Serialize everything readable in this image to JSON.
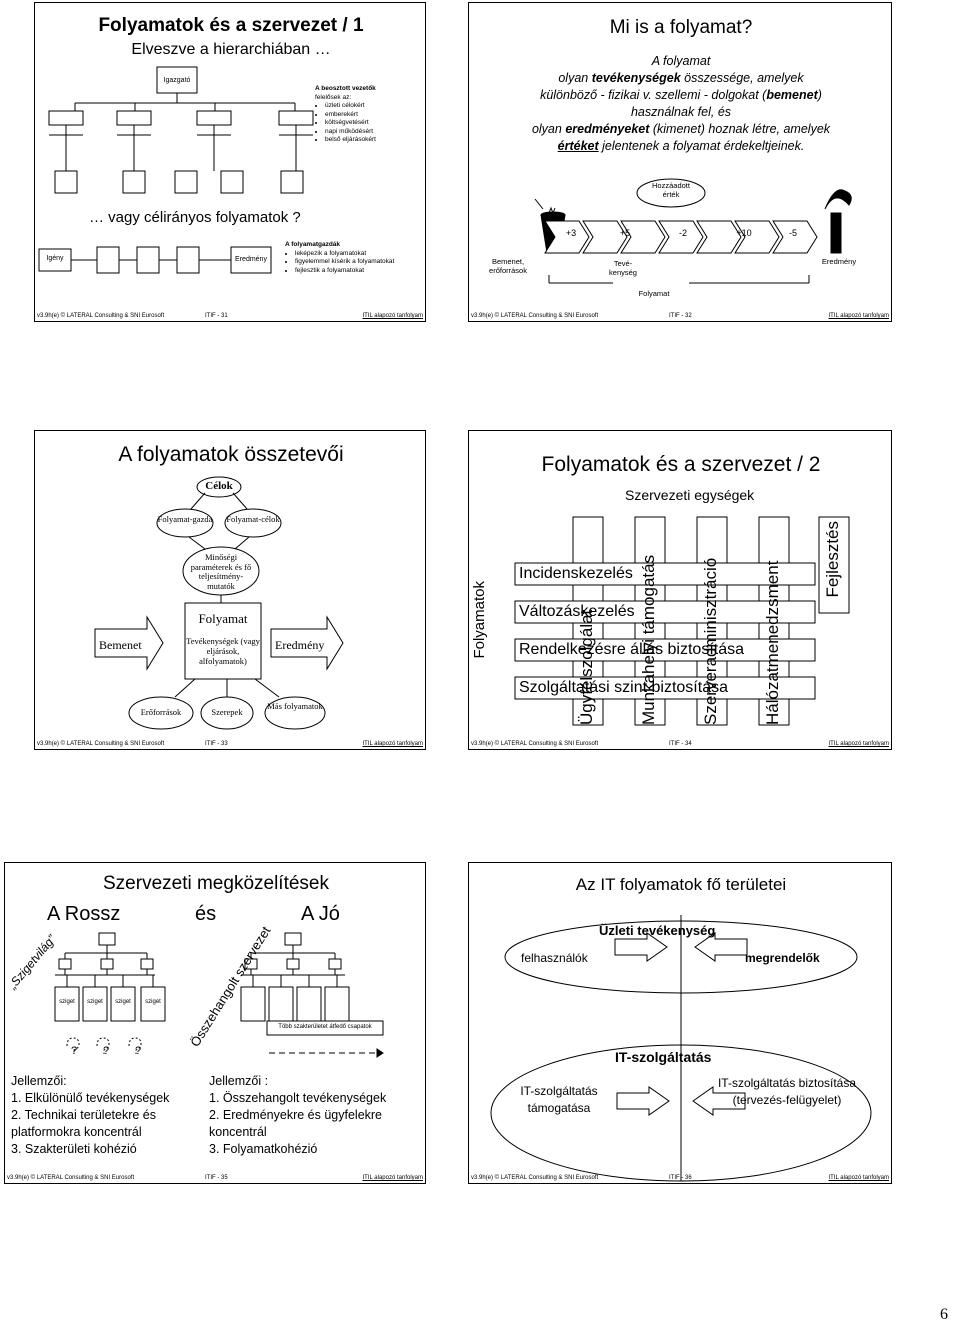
{
  "footer": {
    "left": "v3.9h(e) © LATERAL Consulting & SNI Eurosoft",
    "right": "ITIL alapozó tanfolyam",
    "pages": [
      "ITIF - 31",
      "ITIF - 32",
      "ITIF - 33",
      "ITIF - 34",
      "ITIF - 35",
      "ITIF - 36"
    ]
  },
  "page_number": "6",
  "s31": {
    "title": "Folyamatok és a szervezet / 1",
    "subtitle": "Elveszve a hierarchiában …",
    "boss": "Igazgató",
    "leaders_title": "A beosztott vezetők",
    "leaders_sub": "felelősek az:",
    "leaders_items": [
      "üzleti célokért",
      "emberekért",
      "költségvetésért",
      "napi működésért",
      "belső eljárásokért"
    ],
    "question": "… vagy célirányos folyamatok ?",
    "need": "Igény",
    "result": "Eredmény",
    "owners_title": "A folyamatgazdák",
    "owners_items": [
      "leképezik a folyamatokat",
      "figyelemmel kísérik a folyamatokat",
      "fejlesztik a folyamatokat"
    ]
  },
  "s32": {
    "title": "Mi is a folyamat?",
    "line1": "A folyamat",
    "line2a": "olyan ",
    "line2b": "tevékenységek",
    "line2c": " összessége, amelyek",
    "line3": "különböző - fizikai v. szellemi - dolgokat (",
    "line3b": "bemenet",
    "line3c": ")",
    "line4": "használnak fel, és",
    "line5a": "olyan ",
    "line5b": "eredményeket",
    "line5c": " (kimenet) hoznak létre, amelyek",
    "line6a": "értéket",
    "line6b": " jelentenek a folyamat érdekeltjeinek.",
    "added_value": "Hozzáadott érték",
    "input": "Bemenet, erőforrások",
    "values": [
      "+3",
      "+5",
      "-2",
      "+10",
      "-5"
    ],
    "activity": "Tevé-kenység",
    "process": "Folyamat",
    "result": "Eredmény"
  },
  "s33": {
    "title": "A folyamatok összetevői",
    "goals": "Célok",
    "owner": "Folyamat-gazda",
    "pgoals": "Folyamat-célok",
    "quality": "Minőségi paraméterek és fő teljesítmény-mutatók",
    "process": "Folyamat",
    "activities": "Tevékenységek (vagy eljárások, alfolyamatok)",
    "input": "Bemenet",
    "output": "Eredmény",
    "resources": "Erőforrások",
    "roles": "Szerepek",
    "other": "Más folyamatok"
  },
  "s34": {
    "title": "Folyamatok és a szervezet / 2",
    "units_label": "Szervezeti egységek",
    "processes_label": "Folyamatok",
    "units": [
      "Ügyfélszolgálat",
      "Munkahelyi támogatás",
      "Szerveradminisztráció",
      "Hálózatmenedzsment",
      "Fejlesztés"
    ],
    "processes": [
      "Incidenskezelés",
      "Változáskezelés",
      "Rendelkezésre állás biztosítása",
      "Szolgáltatási szint biztosítása"
    ]
  },
  "s35": {
    "title": "Szervezeti megközelítések",
    "bad": "A Rossz",
    "and": "és",
    "good": "A Jó",
    "island_world": "„Szigetvilág”",
    "island": "sziget",
    "harmonized": "Összehangolt szervezet",
    "team": "Több szakterületet átfedő csapatok",
    "q": "?",
    "left_head": "Jellemzői:",
    "left_items": [
      "1. Elkülönülő tevékenységek",
      "2. Technikai területekre és platformokra koncentrál",
      "3. Szakterületi kohézió"
    ],
    "right_head": "Jellemzői :",
    "right_items": [
      "1. Összehangolt tevékenységek",
      "2. Eredményekre és ügyfelekre koncentrál",
      "3. Folyamatkohézió"
    ]
  },
  "s36": {
    "title": "Az IT folyamatok fő területei",
    "business": "Üzleti tevékenység",
    "users": "felhasználók",
    "customers": "megrendelők",
    "it_service": "IT-szolgáltatás",
    "support": "IT-szolgáltatás támogatása",
    "delivery": "IT-szolgáltatás biztosítása (tervezés-felügyelet)"
  }
}
